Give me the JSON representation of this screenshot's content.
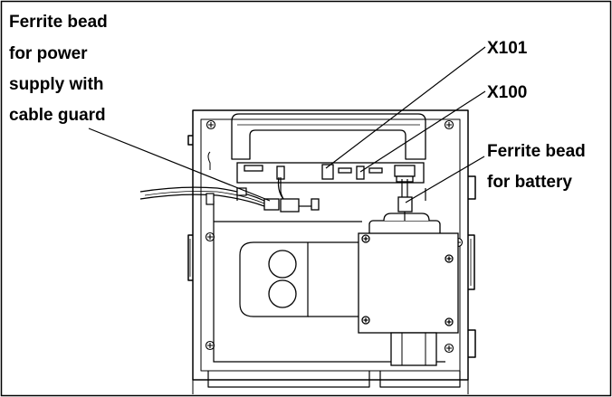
{
  "labels": {
    "ferrite_power": {
      "lines": [
        "Ferrite bead",
        "for power",
        "supply with",
        "cable guard"
      ]
    },
    "x101": "X101",
    "x100": "X100",
    "ferrite_battery": {
      "lines": [
        "Ferrite bead",
        "for battery"
      ]
    }
  },
  "colors": {
    "ink": "#000000",
    "background": "#ffffff",
    "device_fill": "#ffffff"
  }
}
